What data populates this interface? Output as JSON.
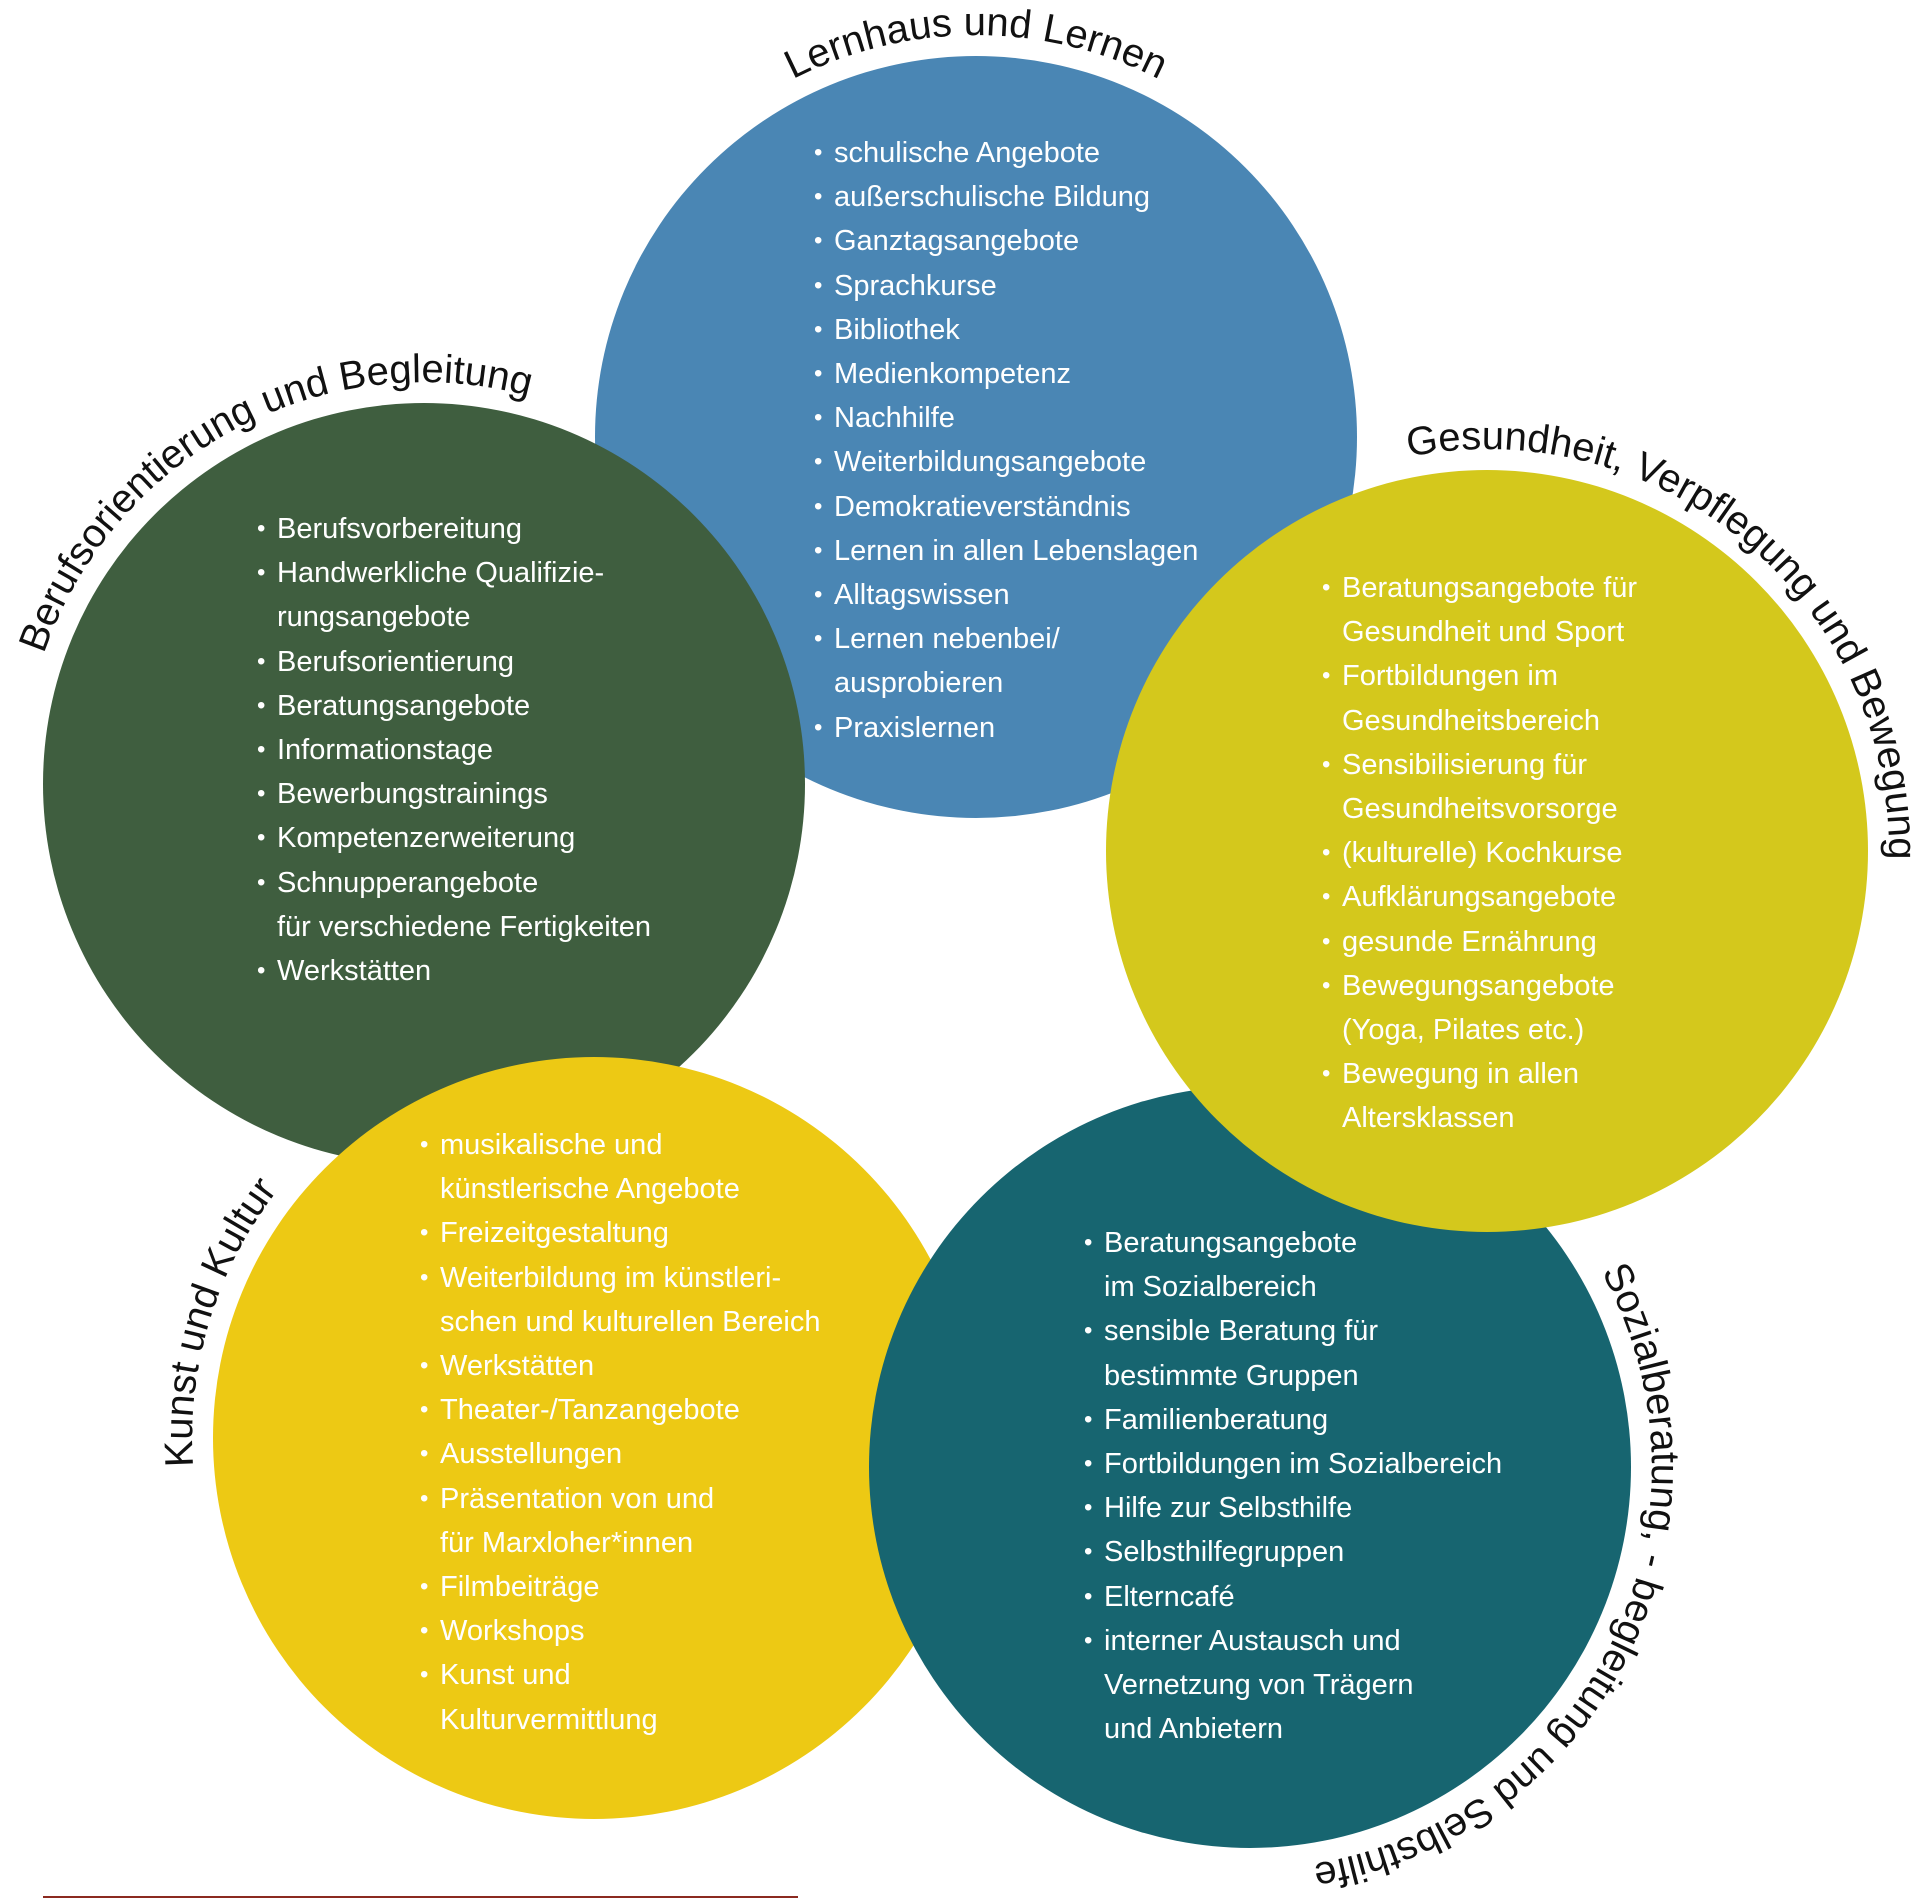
{
  "colors": {
    "lernhaus": "#4a86b4",
    "beruf": "#3f5e3f",
    "gesundheit": "#d4c81c",
    "kunst": "#edc914",
    "sozial": "#176570",
    "accent_line": "#8b2a20"
  },
  "sections": {
    "lernhaus": {
      "title": "Lernhaus und Lernen",
      "items": [
        "schulische Angebote",
        "außerschulische Bildung",
        "Ganztagsangebote",
        "Sprachkurse",
        "Bibliothek",
        "Medienkompetenz",
        "Nachhilfe",
        "Weiterbildungsangebote",
        "Demokratieverständnis",
        "Lernen in allen Lebenslagen",
        "Alltagswissen",
        "Lernen nebenbei/\nausprobieren",
        "Praxislernen"
      ]
    },
    "beruf": {
      "title": "Berufsorientierung und Begleitung",
      "items": [
        "Berufsvorbereitung",
        "Handwerkliche Qualifizie-\nrungsangebote",
        "Berufsorientierung",
        "Beratungsangebote",
        "Informationstage",
        "Bewerbungstrainings",
        "Kompetenzerweiterung",
        "Schnupperangebote\nfür verschiedene Fertigkeiten",
        "Werkstätten"
      ]
    },
    "gesundheit": {
      "title": "Gesundheit, Verpflegung und Bewegung",
      "items": [
        "Beratungsangebote für\nGesundheit und Sport",
        "Fortbildungen im\nGesundheitsbereich",
        "Sensibilisierung für\nGesundheitsvorsorge",
        "(kulturelle) Kochkurse",
        "Aufklärungsangebote",
        "gesunde Ernährung",
        "Bewegungsangebote\n(Yoga, Pilates etc.)",
        "Bewegung in allen\nAltersklassen"
      ]
    },
    "kunst": {
      "title": "Kunst und Kultur",
      "items": [
        "musikalische und\nkünstlerische Angebote",
        "Freizeitgestaltung",
        "Weiterbildung im künstleri-\nschen und kulturellen Bereich",
        "Werkstätten",
        "Theater-/Tanzangebote",
        "Ausstellungen",
        "Präsentation von und\nfür Marxloher*innen",
        "Filmbeiträge",
        "Workshops",
        "Kunst und\nKulturvermittlung"
      ]
    },
    "sozial": {
      "title": "Sozialberatung, - begleitung und Selbsthilfe",
      "items": [
        "Beratungsangebote\nim Sozialbereich",
        "sensible Beratung für\nbestimmte Gruppen",
        "Familienberatung",
        "Fortbildungen im Sozialbereich",
        "Hilfe zur Selbsthilfe",
        "Selbsthilfegruppen",
        "Elterncafé",
        "interner Austausch und\nVernetzung von Trägern\nund Anbietern"
      ]
    }
  }
}
